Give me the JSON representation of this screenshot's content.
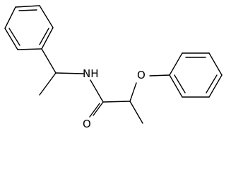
{
  "molecule": {
    "atom_labels": {
      "nitrogen": "NH",
      "ether_oxygen": "O",
      "carbonyl_oxygen": "O"
    }
  }
}
